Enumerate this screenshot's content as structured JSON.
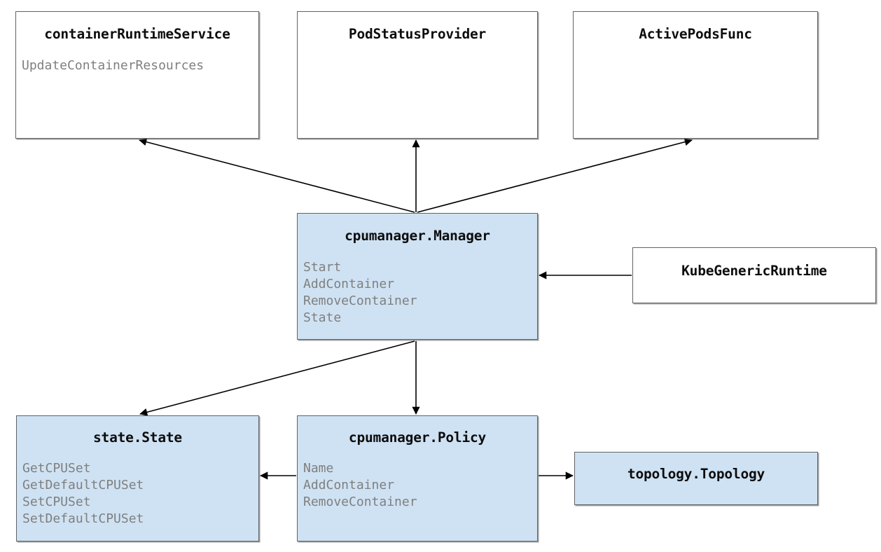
{
  "diagram": {
    "type": "class-relationship-diagram",
    "background_color": "#ffffff",
    "fill_color": "#cfe2f3",
    "border_color": "#5f6368",
    "title_color": "#0d0d0d",
    "member_color": "#7f7f7f",
    "edge_color": "#000000"
  },
  "nodes": {
    "container_runtime_service": {
      "title": "containerRuntimeService",
      "filled": false,
      "members": [
        "UpdateContainerResources"
      ]
    },
    "pod_status_provider": {
      "title": "PodStatusProvider",
      "filled": false,
      "members": []
    },
    "active_pods_func": {
      "title": "ActivePodsFunc",
      "filled": false,
      "members": []
    },
    "cpumanager_manager": {
      "title": "cpumanager.Manager",
      "filled": true,
      "members": [
        "Start",
        "AddContainer",
        "RemoveContainer",
        "State"
      ]
    },
    "kube_generic_runtime": {
      "title": "KubeGenericRuntime",
      "filled": false,
      "members": []
    },
    "state_state": {
      "title": "state.State",
      "filled": true,
      "members": [
        "GetCPUSet",
        "GetDefaultCPUSet",
        "SetCPUSet",
        "SetDefaultCPUSet"
      ]
    },
    "cpumanager_policy": {
      "title": "cpumanager.Policy",
      "filled": true,
      "members": [
        "Name",
        "AddContainer",
        "RemoveContainer"
      ]
    },
    "topology_topology": {
      "title": "topology.Topology",
      "filled": true,
      "members": []
    }
  },
  "edges": [
    {
      "id": "manager-to-container-runtime-service",
      "from": "cpumanager_manager",
      "to": "container_runtime_service",
      "label": ""
    },
    {
      "id": "manager-to-pod-status-provider",
      "from": "cpumanager_manager",
      "to": "pod_status_provider",
      "label": ""
    },
    {
      "id": "manager-to-active-pods-func",
      "from": "cpumanager_manager",
      "to": "active_pods_func",
      "label": ""
    },
    {
      "id": "kube-generic-runtime-to-manager",
      "from": "kube_generic_runtime",
      "to": "cpumanager_manager",
      "label": ""
    },
    {
      "id": "manager-to-state-state",
      "from": "cpumanager_manager",
      "to": "state_state",
      "label": ""
    },
    {
      "id": "manager-to-policy",
      "from": "cpumanager_manager",
      "to": "cpumanager_policy",
      "label": ""
    },
    {
      "id": "policy-to-state-state",
      "from": "cpumanager_policy",
      "to": "state_state",
      "label": ""
    },
    {
      "id": "policy-to-topology",
      "from": "cpumanager_policy",
      "to": "topology_topology",
      "label": ""
    }
  ]
}
